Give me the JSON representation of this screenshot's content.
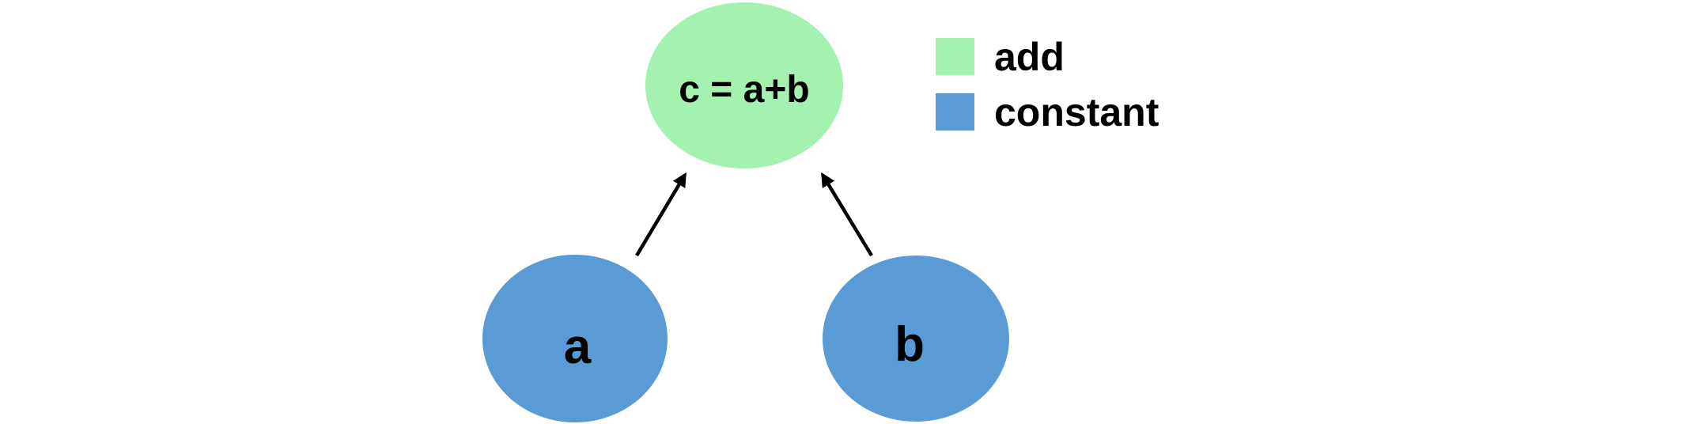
{
  "diagram": {
    "nodes": [
      {
        "id": "c",
        "label": "c = a+b",
        "type": "add",
        "color": "#A5F2B0"
      },
      {
        "id": "a",
        "label": "a",
        "type": "constant",
        "color": "#5B9BD5"
      },
      {
        "id": "b",
        "label": "b",
        "type": "constant",
        "color": "#5B9BD5"
      }
    ],
    "edges": [
      {
        "from": "a",
        "to": "c"
      },
      {
        "from": "b",
        "to": "c"
      }
    ],
    "edge_color": "#000000",
    "label_color": "#000000",
    "background_color": "#FFFFFF"
  },
  "legend": {
    "items": [
      {
        "label": "add",
        "color": "#A5F2B0"
      },
      {
        "label": "constant",
        "color": "#5B9BD5"
      }
    ]
  }
}
